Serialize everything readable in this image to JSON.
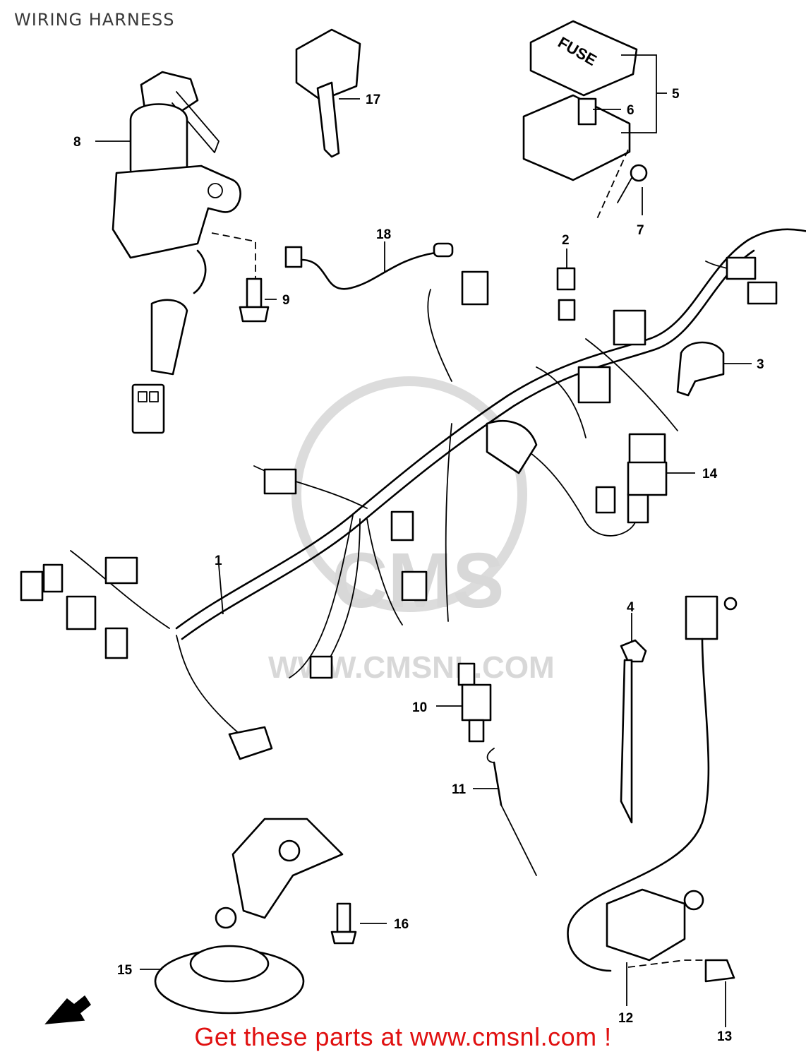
{
  "title": "WIRING HARNESS",
  "footer": "Get these parts at www.cmsnl.com !",
  "watermark": {
    "logo_text": "CMS",
    "url_text": "WWW.CMSNL.COM"
  },
  "colors": {
    "footer_text": "#e01010",
    "title_text": "#3a3a3a",
    "lines": "#000000",
    "watermark": "#d8d8d8"
  },
  "parts": [
    {
      "number": "1",
      "component": "wiring-harness"
    },
    {
      "number": "2",
      "component": "relay-connector"
    },
    {
      "number": "3",
      "component": "terminal-cover"
    },
    {
      "number": "4",
      "component": "cable-clamp"
    },
    {
      "number": "5",
      "component": "fuse-box-assembly"
    },
    {
      "number": "6",
      "component": "fuse"
    },
    {
      "number": "7",
      "component": "screw"
    },
    {
      "number": "8",
      "component": "ignition-switch"
    },
    {
      "number": "9",
      "component": "bolt"
    },
    {
      "number": "10",
      "component": "rear-brake-switch"
    },
    {
      "number": "11",
      "component": "spring"
    },
    {
      "number": "12",
      "component": "front-brake-switch"
    },
    {
      "number": "13",
      "component": "screw"
    },
    {
      "number": "14",
      "component": "turn-signal-relay"
    },
    {
      "number": "15",
      "component": "horn"
    },
    {
      "number": "16",
      "component": "bolt"
    },
    {
      "number": "17",
      "component": "key"
    },
    {
      "number": "18",
      "component": "lead-wire"
    }
  ]
}
